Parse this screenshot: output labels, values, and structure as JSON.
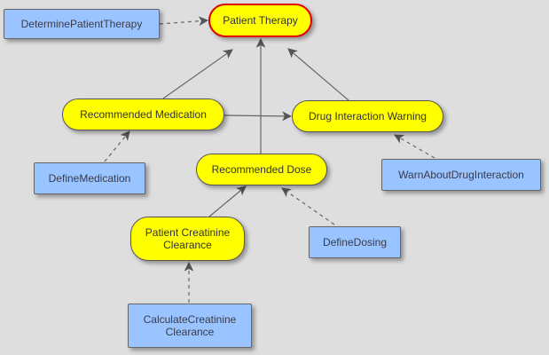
{
  "diagram": {
    "nodes": [
      {
        "id": "patient-therapy",
        "label": "Patient Therapy",
        "kind": "goal",
        "root": true
      },
      {
        "id": "determine-patient-therapy",
        "label": "DeterminePatientTherapy",
        "kind": "task"
      },
      {
        "id": "recommended-medication",
        "label": "Recommended Medication",
        "kind": "goal"
      },
      {
        "id": "drug-interaction-warning",
        "label": "Drug Interaction Warning",
        "kind": "goal"
      },
      {
        "id": "define-medication",
        "label": "DefineMedication",
        "kind": "task"
      },
      {
        "id": "recommended-dose",
        "label": "Recommended Dose",
        "kind": "goal"
      },
      {
        "id": "warn-about-drug-interaction",
        "label": "WarnAboutDrugInteraction",
        "kind": "task"
      },
      {
        "id": "patient-creatinine-clearance",
        "label": "Patient Creatinine Clearance",
        "kind": "goal"
      },
      {
        "id": "define-dosing",
        "label": "DefineDosing",
        "kind": "task"
      },
      {
        "id": "calculate-creatinine-clearance",
        "label": "CalculateCreatinine Clearance",
        "kind": "task"
      }
    ],
    "edges": [
      {
        "from": "determine-patient-therapy",
        "to": "patient-therapy",
        "style": "dashed"
      },
      {
        "from": "recommended-medication",
        "to": "patient-therapy",
        "style": "solid"
      },
      {
        "from": "recommended-dose",
        "to": "patient-therapy",
        "style": "solid"
      },
      {
        "from": "drug-interaction-warning",
        "to": "patient-therapy",
        "style": "solid"
      },
      {
        "from": "recommended-medication",
        "to": "drug-interaction-warning",
        "style": "solid"
      },
      {
        "from": "define-medication",
        "to": "recommended-medication",
        "style": "dashed"
      },
      {
        "from": "warn-about-drug-interaction",
        "to": "drug-interaction-warning",
        "style": "dashed"
      },
      {
        "from": "patient-creatinine-clearance",
        "to": "recommended-dose",
        "style": "solid"
      },
      {
        "from": "define-dosing",
        "to": "recommended-dose",
        "style": "dashed"
      },
      {
        "from": "calculate-creatinine-clearance",
        "to": "patient-creatinine-clearance",
        "style": "dashed"
      }
    ],
    "colors": {
      "goal_fill": "#ffff00",
      "root_border": "#e00000",
      "task_fill": "#99c4ff",
      "edge": "#666666",
      "background": "#dedede"
    }
  }
}
